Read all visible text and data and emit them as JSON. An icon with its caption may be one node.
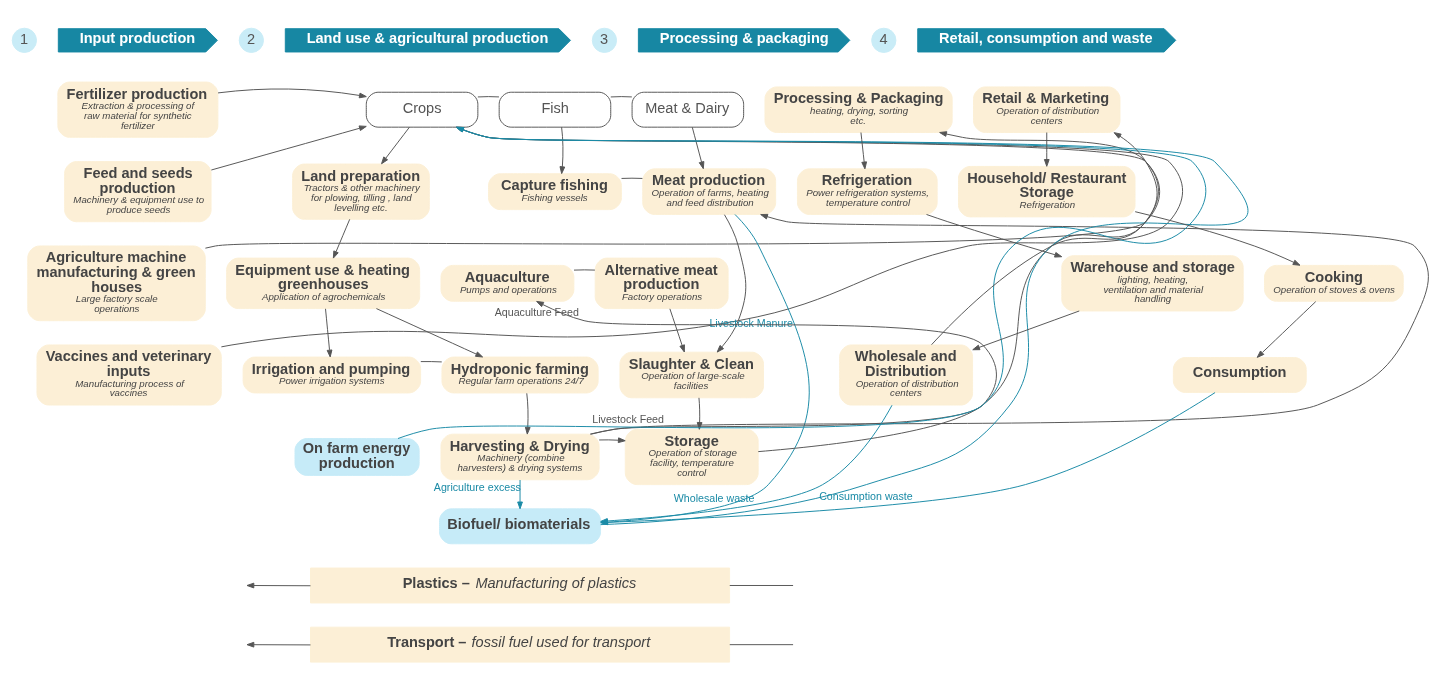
{
  "diagram": {
    "nodes": [
      {
        "text": [
          "1"
        ]
      },
      {
        "text": [
          "Input production"
        ]
      },
      {
        "text": [
          "2"
        ]
      },
      {
        "text": [
          "Land use & agricultural production"
        ]
      },
      {
        "text": [
          "3"
        ]
      },
      {
        "text": [
          "Processing & packaging"
        ]
      },
      {
        "text": [
          "4"
        ]
      },
      {
        "text": [
          "Retail, consumption and waste"
        ]
      },
      {
        "text": [
          "Fertilizer production",
          "Extraction & processing of raw material for synthetic fertilizer"
        ]
      },
      {
        "text": [
          "Feed and seeds production",
          "Machinery & equipment use to produce seeds"
        ]
      },
      {
        "text": [
          "Agriculture machine manufacturing & green houses",
          "Large factory scale operations"
        ]
      },
      {
        "text": [
          "Vaccines and veterinary inputs",
          "Manufacturing process of vaccines"
        ]
      },
      {
        "text": [
          "Crops"
        ]
      },
      {
        "text": [
          "Fish"
        ]
      },
      {
        "text": [
          "Meat & Dairy"
        ]
      },
      {
        "text": [
          "Land preparation",
          "Tractors & other machinery for plowing, tilling , land levelling etc."
        ]
      },
      {
        "text": [
          "Capture fishing",
          "Fishing vessels"
        ]
      },
      {
        "text": [
          "Meat production",
          "Operation of farms, heating and feed distribution"
        ]
      },
      {
        "text": [
          "Equipment use & heating greenhouses",
          "Application of agrochemicals"
        ]
      },
      {
        "text": [
          "Aquaculture",
          "Pumps and operations"
        ]
      },
      {
        "text": [
          "Alternative meat production",
          "Factory operations"
        ]
      },
      {
        "text": [
          "Irrigation and pumping",
          "Power irrigation systems"
        ]
      },
      {
        "text": [
          "Hydroponic farming",
          "Regular farm operations 24/7"
        ]
      },
      {
        "text": [
          "Slaughter & Clean",
          "Operation of large-scale facilities"
        ]
      },
      {
        "text": [
          "Harvesting & Drying",
          "Machinery (combine harvesters) & drying systems"
        ]
      },
      {
        "text": [
          "Storage",
          "Operation of storage facility, temperature control"
        ]
      },
      {
        "text": [
          "On farm energy production"
        ]
      },
      {
        "text": [
          "Biofuel/ biomaterials"
        ]
      },
      {
        "text": [
          "Processing & Packaging",
          "heating, drying, sorting etc."
        ]
      },
      {
        "text": [
          "Refrigeration",
          "Power refrigeration systems, temperature control"
        ]
      },
      {
        "text": [
          "Warehouse and storage",
          "lighting, heating, ventilation and material handling"
        ]
      },
      {
        "text": [
          "Wholesale and Distribution",
          "Operation of distribution centers"
        ]
      },
      {
        "text": [
          "Retail & Marketing",
          "Operation of distribution centers"
        ]
      },
      {
        "text": [
          "Household/ Restaurant Storage",
          "Refrigeration"
        ]
      },
      {
        "text": [
          "Cooking",
          "Operation of stoves & ovens"
        ]
      },
      {
        "text": [
          "Consumption"
        ]
      },
      {
        "text": [
          "Plastics –",
          "Manufacturing of plastics"
        ]
      },
      {
        "text": [
          "Transport –",
          "fossil fuel used for transport"
        ]
      }
    ],
    "edges": [
      {
        "from": 8,
        "to": 12,
        "arrow": "to"
      },
      {
        "from": 9,
        "to": 12,
        "arrow": "to"
      },
      {
        "from": 10,
        "to": 12,
        "arrow": "to"
      },
      {
        "from": 11,
        "to": 12,
        "arrow": "to"
      },
      {
        "from": 12,
        "to": 13,
        "arrow": "none"
      },
      {
        "from": 13,
        "to": 14,
        "arrow": "none"
      },
      {
        "from": 12,
        "to": 15,
        "arrow": "to"
      },
      {
        "from": 13,
        "to": 16,
        "arrow": "to"
      },
      {
        "from": 14,
        "to": 17,
        "arrow": "to"
      },
      {
        "from": 15,
        "to": 18,
        "arrow": "to"
      },
      {
        "from": 18,
        "to": 21,
        "arrow": "to"
      },
      {
        "from": 18,
        "to": 22,
        "arrow": "to"
      },
      {
        "from": 21,
        "to": 22,
        "arrow": "none"
      },
      {
        "from": 16,
        "to": 17,
        "arrow": "none"
      },
      {
        "from": 19,
        "to": 20,
        "arrow": "none"
      },
      {
        "from": 17,
        "to": 23,
        "arrow": "to"
      },
      {
        "from": 20,
        "to": 23,
        "arrow": "to"
      },
      {
        "from": 22,
        "to": 24,
        "arrow": "to"
      },
      {
        "from": 24,
        "to": 19,
        "arrow": "to",
        "label": "Aquaculture Feed"
      },
      {
        "from": 24,
        "to": 17,
        "arrow": "to",
        "label": "Livestock Feed"
      },
      {
        "from": 23,
        "to": 25,
        "arrow": "to"
      },
      {
        "from": 24,
        "to": 25,
        "arrow": "to"
      },
      {
        "from": 25,
        "to": 28,
        "arrow": "to"
      },
      {
        "from": 28,
        "to": 29,
        "arrow": "to"
      },
      {
        "from": 29,
        "to": 30,
        "arrow": "to"
      },
      {
        "from": 30,
        "to": 31,
        "arrow": "to"
      },
      {
        "from": 31,
        "to": 32,
        "arrow": "to"
      },
      {
        "from": 32,
        "to": 33,
        "arrow": "to"
      },
      {
        "from": 33,
        "to": 34,
        "arrow": "to"
      },
      {
        "from": 34,
        "to": 35,
        "arrow": "to"
      },
      {
        "from": 24,
        "to": 27,
        "arrow": "to",
        "label": "Agriculture excess",
        "color": "#1a8aa6"
      },
      {
        "from": 17,
        "to": 27,
        "arrow": "to",
        "label": "Livestock Manure",
        "color": "#1a8aa6"
      },
      {
        "from": 31,
        "to": 27,
        "arrow": "to",
        "label": "Wholesale waste",
        "color": "#1a8aa6"
      },
      {
        "from": 35,
        "to": 27,
        "arrow": "to",
        "label": "Consumption waste",
        "color": "#1a8aa6"
      },
      {
        "from": 26,
        "to": 12,
        "arrow": "to",
        "color": "#1a8aa6"
      },
      {
        "from": 27,
        "to": 12,
        "arrow": "to",
        "color": "#1a8aa6"
      },
      {
        "from": 36,
        "to": null,
        "arrow": "none"
      },
      {
        "from": 36,
        "to": null,
        "arrow": "to"
      },
      {
        "from": 37,
        "to": null,
        "arrow": "none"
      },
      {
        "from": 37,
        "to": null,
        "arrow": "to"
      }
    ]
  }
}
